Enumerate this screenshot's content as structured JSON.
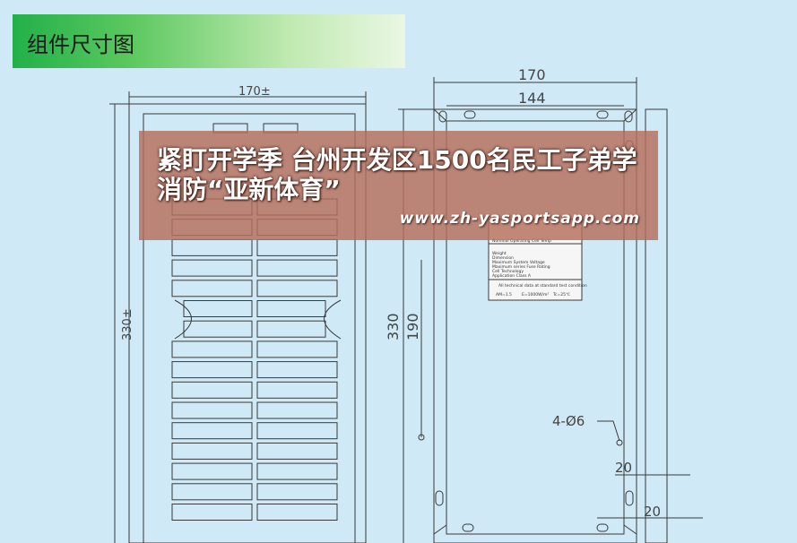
{
  "slide": {
    "title": "组件尺寸图"
  },
  "headline": {
    "text": "紧盯开学季 台州开发区1500名民工子弟学消防“亚新体育”"
  },
  "watermark": {
    "url": "www.zh-yasportsapp.com"
  },
  "drawing": {
    "front_view": {
      "width_label": "170±",
      "height_label": "330±"
    },
    "back_view": {
      "width_outer": "170",
      "width_inner": "144",
      "height_outer": "330",
      "height_inner": "190",
      "hole_label": "4-Ø6",
      "offset_top": "20",
      "offset_bottom": "20"
    },
    "label_card": {
      "lines_a": [
        "Nominal Operating Cell Temp"
      ],
      "lines_b": [
        "Weight",
        "Dimension",
        "Maximum System Voltage",
        "Maximum series Fuse Rating",
        "Cell Technology",
        "Application Class A"
      ],
      "note": "All technical data at standard test condition",
      "footer": [
        "AM=1.5",
        "E=1000W/m²",
        "Tc=25℃"
      ]
    }
  },
  "colors": {
    "background": "#cfe9f6",
    "title_bar": "#22b04a",
    "overlay": "#b46e5a",
    "line": "#3a3a3a"
  }
}
